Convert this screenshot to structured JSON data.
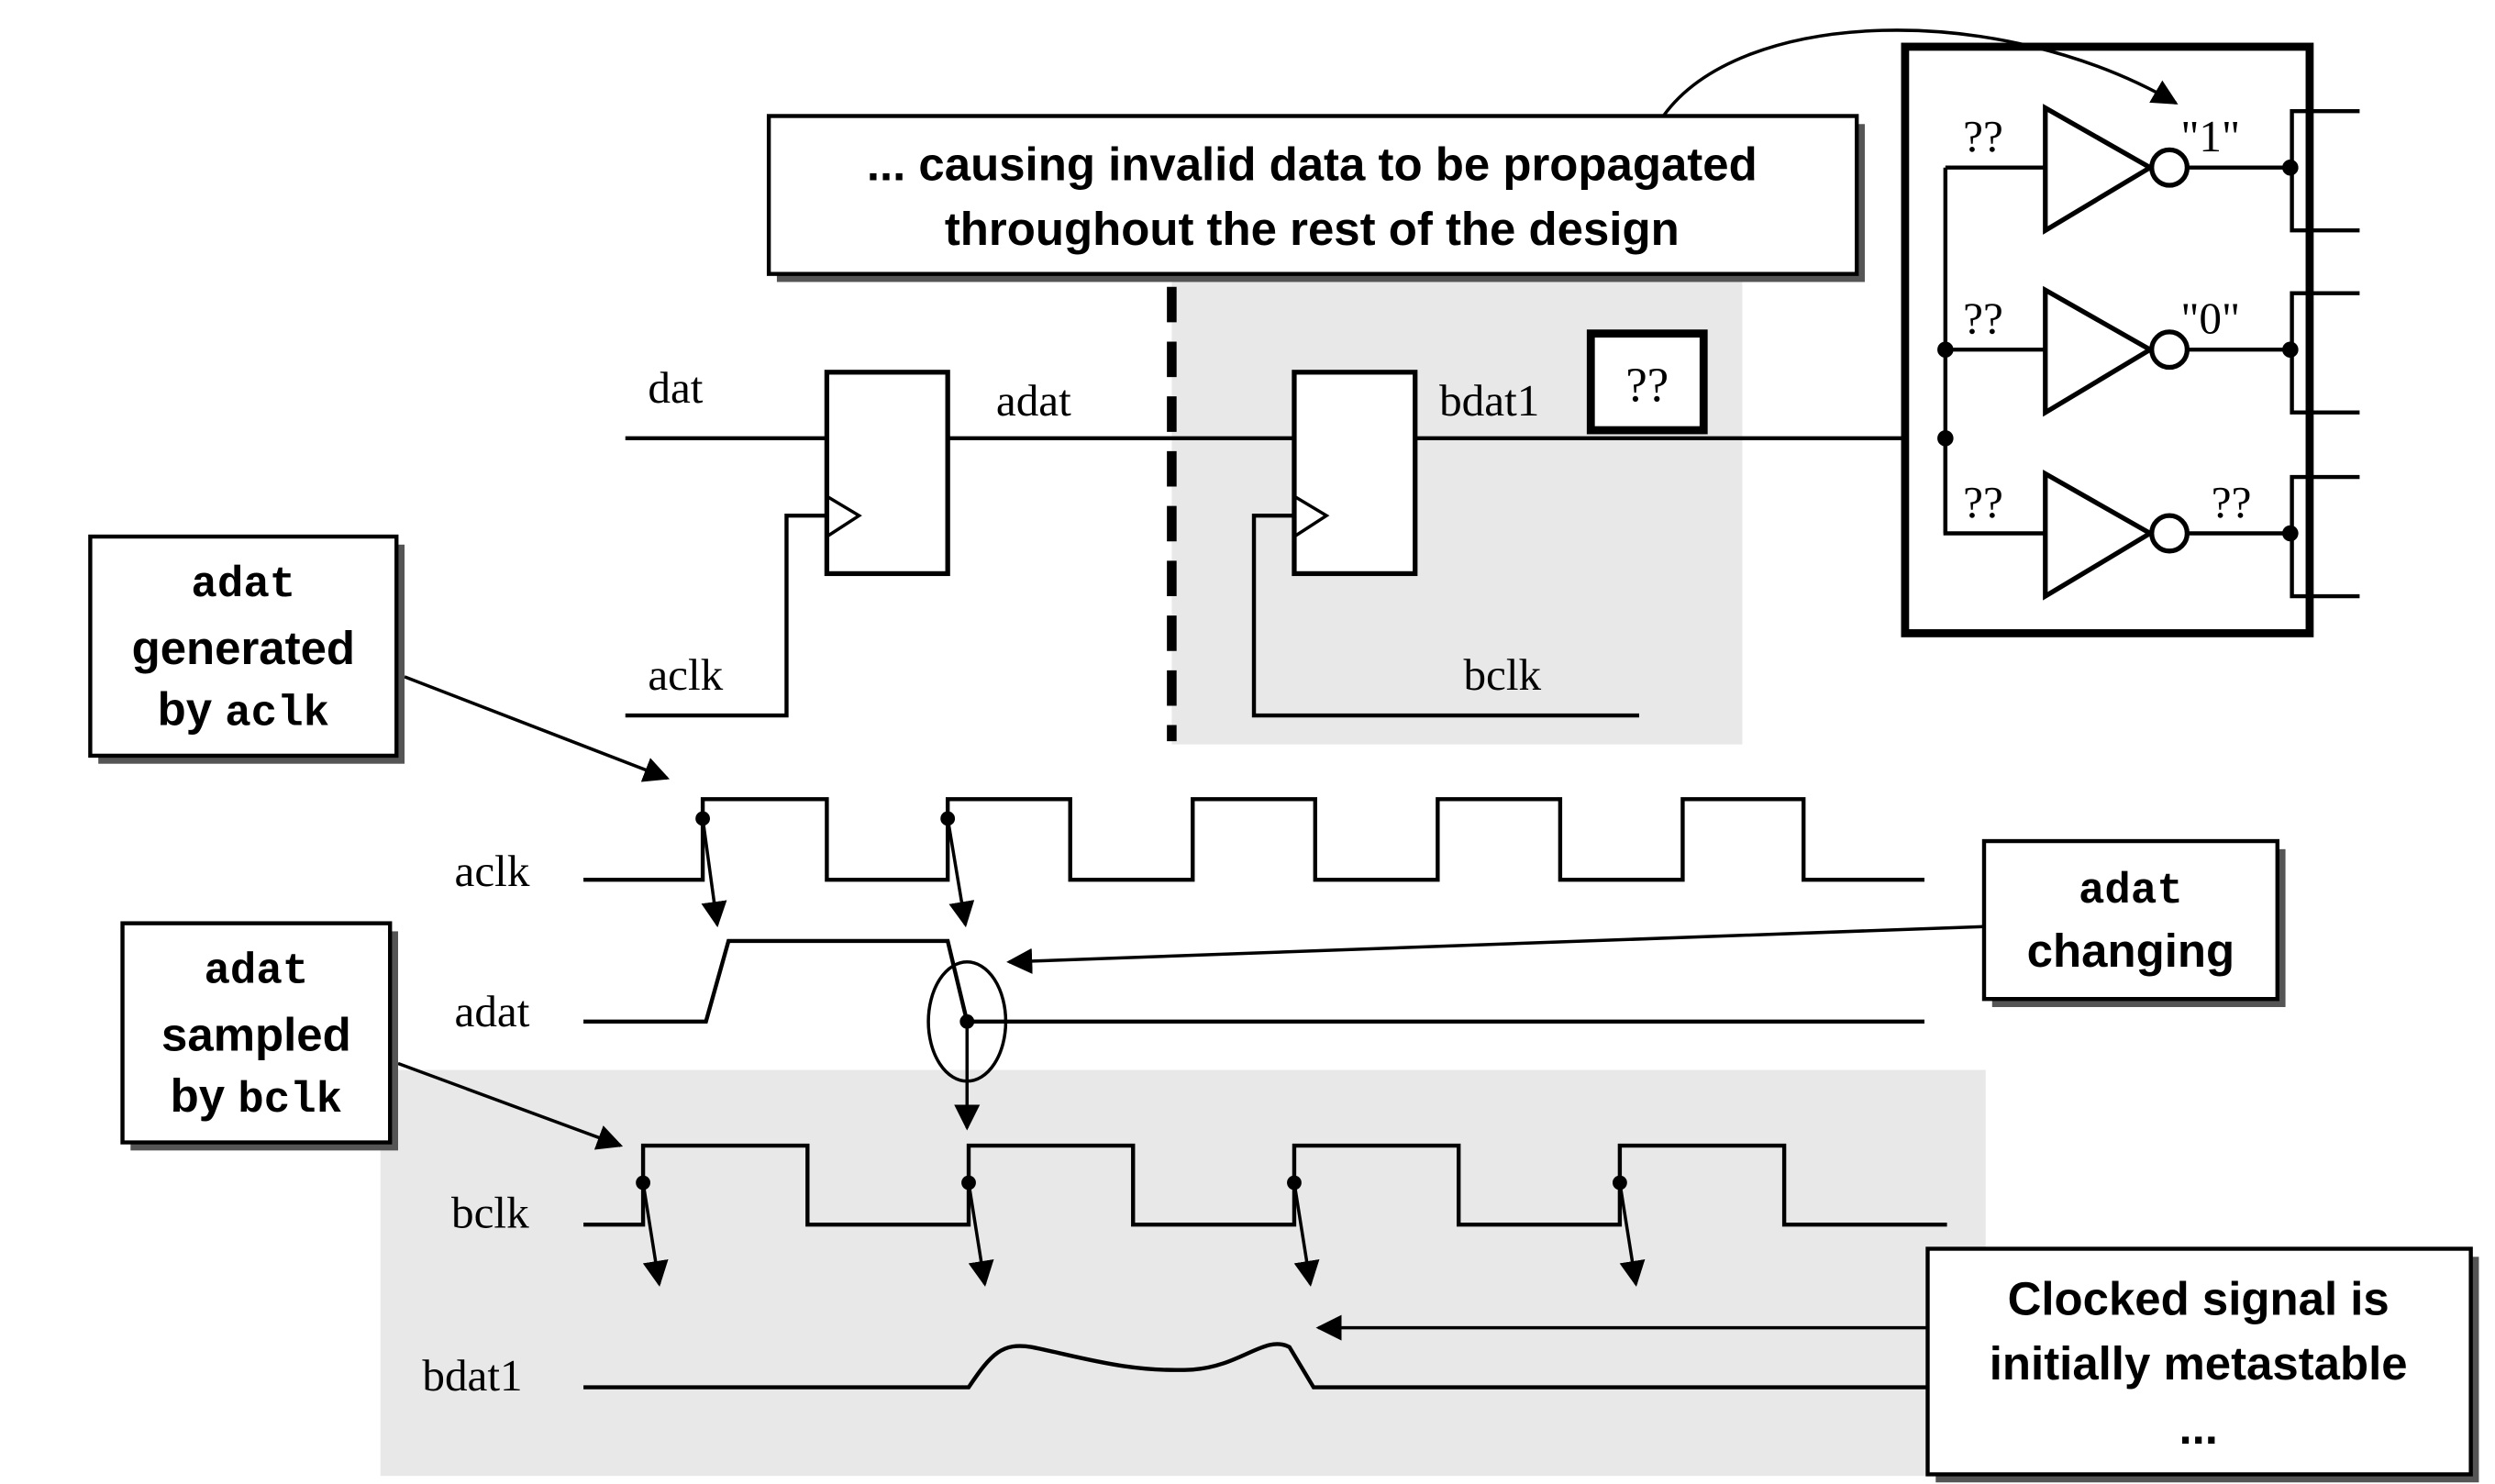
{
  "schematic": {
    "signals": {
      "dat": "dat",
      "adat": "adat",
      "aclk": "aclk",
      "bdat1": "bdat1",
      "bclk": "bclk"
    },
    "unknown_box": "??",
    "inverters": {
      "inputs": [
        "??",
        "??",
        "??"
      ],
      "outputs": [
        "\"1\"",
        "\"0\"",
        "??"
      ]
    }
  },
  "waveforms": {
    "labels": [
      "aclk",
      "adat",
      "bclk",
      "bdat1"
    ]
  },
  "callouts": {
    "propagation": {
      "line1": "... causing invalid data to be propagated",
      "line2": "throughout the rest of the design"
    },
    "generated": {
      "line1": "adat",
      "line2": "generated",
      "line3_prefix": "by ",
      "line3_code": "aclk"
    },
    "sampled": {
      "line1": "adat",
      "line2": "sampled",
      "line3_prefix": "by ",
      "line3_code": "bclk"
    },
    "changing": {
      "line1": "adat",
      "line2": "changing"
    },
    "metastable": {
      "line1": "Clocked signal is",
      "line2": "initially metastable",
      "line3": "..."
    }
  }
}
